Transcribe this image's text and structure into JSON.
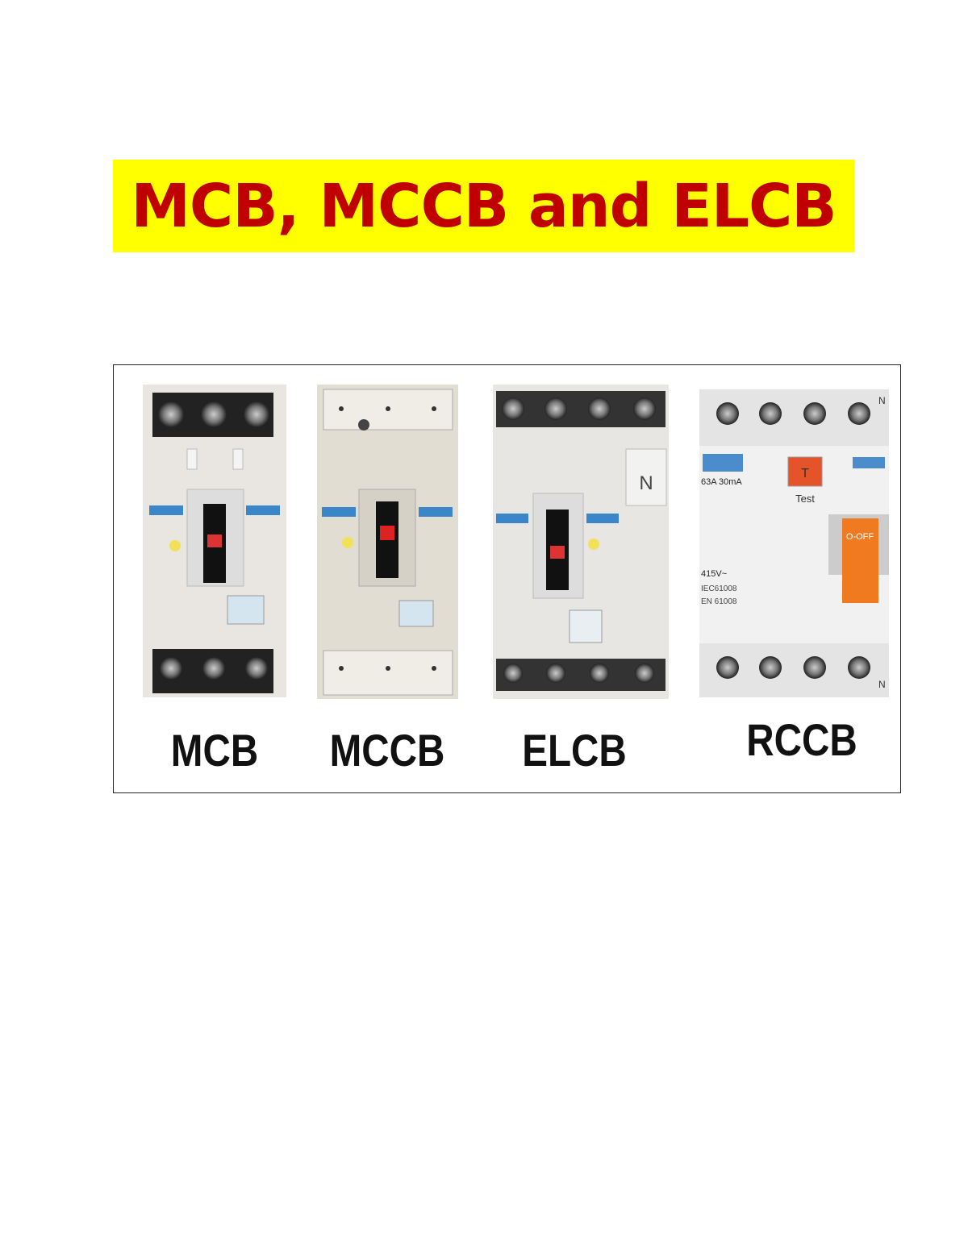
{
  "title": "MCB, MCCB and ELCB",
  "colors": {
    "title_background": "#ffff00",
    "title_text": "#c00000"
  },
  "figure": {
    "labels": [
      "MCB",
      "MCCB",
      "ELCB",
      "RCCB"
    ],
    "rccb_markings": {
      "test": "Test",
      "button": "T",
      "switch": "O-OFF",
      "voltage": "415V~",
      "std1": "IEC61008",
      "std2": "EN 61008",
      "rating": "63A 30mA",
      "neutral": "N"
    },
    "elcb_neutral": "N"
  }
}
